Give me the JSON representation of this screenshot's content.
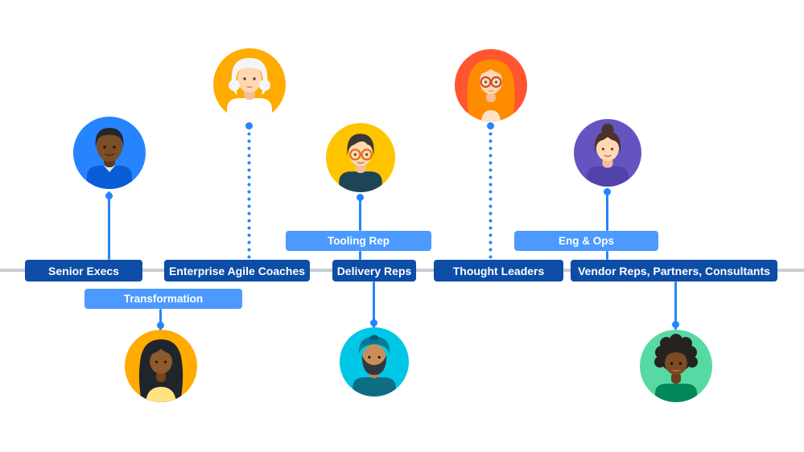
{
  "palette": {
    "dark_label_bg": "#0D4DA6",
    "light_label_bg": "#4C9AFF",
    "label_text": "#FFFFFF",
    "connector": "#2684FF",
    "timeline": "#C8CCD3",
    "background": "#FFFFFF"
  },
  "timeline_labels": [
    {
      "label": "Senior Execs"
    },
    {
      "label": "Enterprise Agile Coaches"
    },
    {
      "label": "Delivery Reps"
    },
    {
      "label": "Thought Leaders"
    },
    {
      "label": "Vendor Reps, Partners, Consultants"
    }
  ],
  "sub_labels": [
    {
      "label": "Transformation"
    },
    {
      "label": "Tooling Rep"
    },
    {
      "label": "Eng & Ops"
    }
  ],
  "avatars": [
    {
      "name": "senior-exec-avatar",
      "bg": "#2684FF"
    },
    {
      "name": "enterprise-agile-coach-avatar",
      "bg": "#FFAB00"
    },
    {
      "name": "tooling-rep-avatar",
      "bg": "#FFC400"
    },
    {
      "name": "thought-leader-avatar",
      "bg": "#FF5630"
    },
    {
      "name": "eng-ops-avatar",
      "bg": "#6554C0"
    },
    {
      "name": "transformation-avatar",
      "bg": "#FFAB00"
    },
    {
      "name": "delivery-rep-avatar",
      "bg": "#00C7E6"
    },
    {
      "name": "vendor-rep-avatar",
      "bg": "#57D9A3"
    }
  ]
}
